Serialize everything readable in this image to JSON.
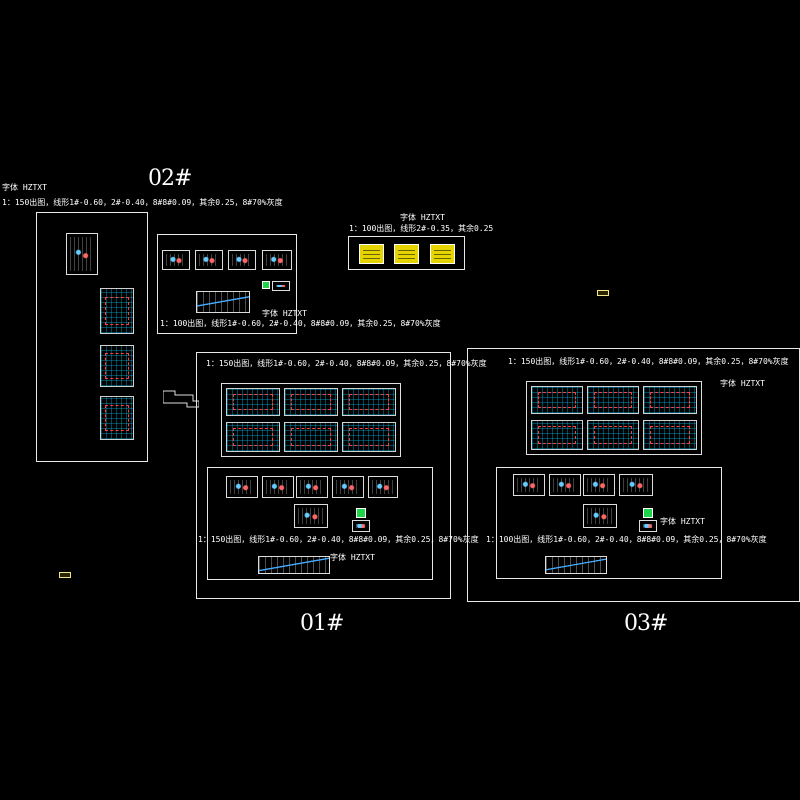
{
  "labels": {
    "sheet_02": "02#",
    "sheet_01": "01#",
    "sheet_03": "03#"
  },
  "notes": {
    "font_left": "字体 HZTXT",
    "scale_150_left": "1：150出图，线形1#-0.60，2#-0.40，8#8#0.09，其余0.25，8#70%灰度",
    "font_02_small": "字体 HZTXT",
    "scale_100_02": "1：100出图，线形1#-0.60，2#-0.40，8#8#0.09，其余0.25，8#70%灰度",
    "font_top_middle": "字体 HZTXT",
    "scale_100_top_middle": "1：100出图，线形2#-0.35，其余0.25",
    "scale_150_01_top": "1：150出图，线形1#-0.60，2#-0.40，8#8#0.09，其余0.25，8#70%灰度",
    "scale_150_01_bottom": "1：150出图，线形1#-0.60，2#-0.40，8#8#0.09，其余0.25，8#70%灰度",
    "font_01": "字体 HZTXT",
    "scale_150_03_top": "1：150出图，线形1#-0.60，2#-0.40，8#8#0.09，其余0.25，8#70%灰度",
    "font_03_top": "字体 HZTXT",
    "font_03_bottom": "字体 HZTXT",
    "scale_100_03_bottom": "1：100出图，线形1#-0.60，2#-0.40，8#8#0.09，其余0.25，8#70%灰度"
  },
  "colors": {
    "background": "#000000",
    "frame": "#e8e8e8",
    "accent_yellow": "#e6d400",
    "accent_green": "#1fd34a",
    "grid_cyan": "#00c8ff",
    "line_red": "#ff3d3d"
  }
}
